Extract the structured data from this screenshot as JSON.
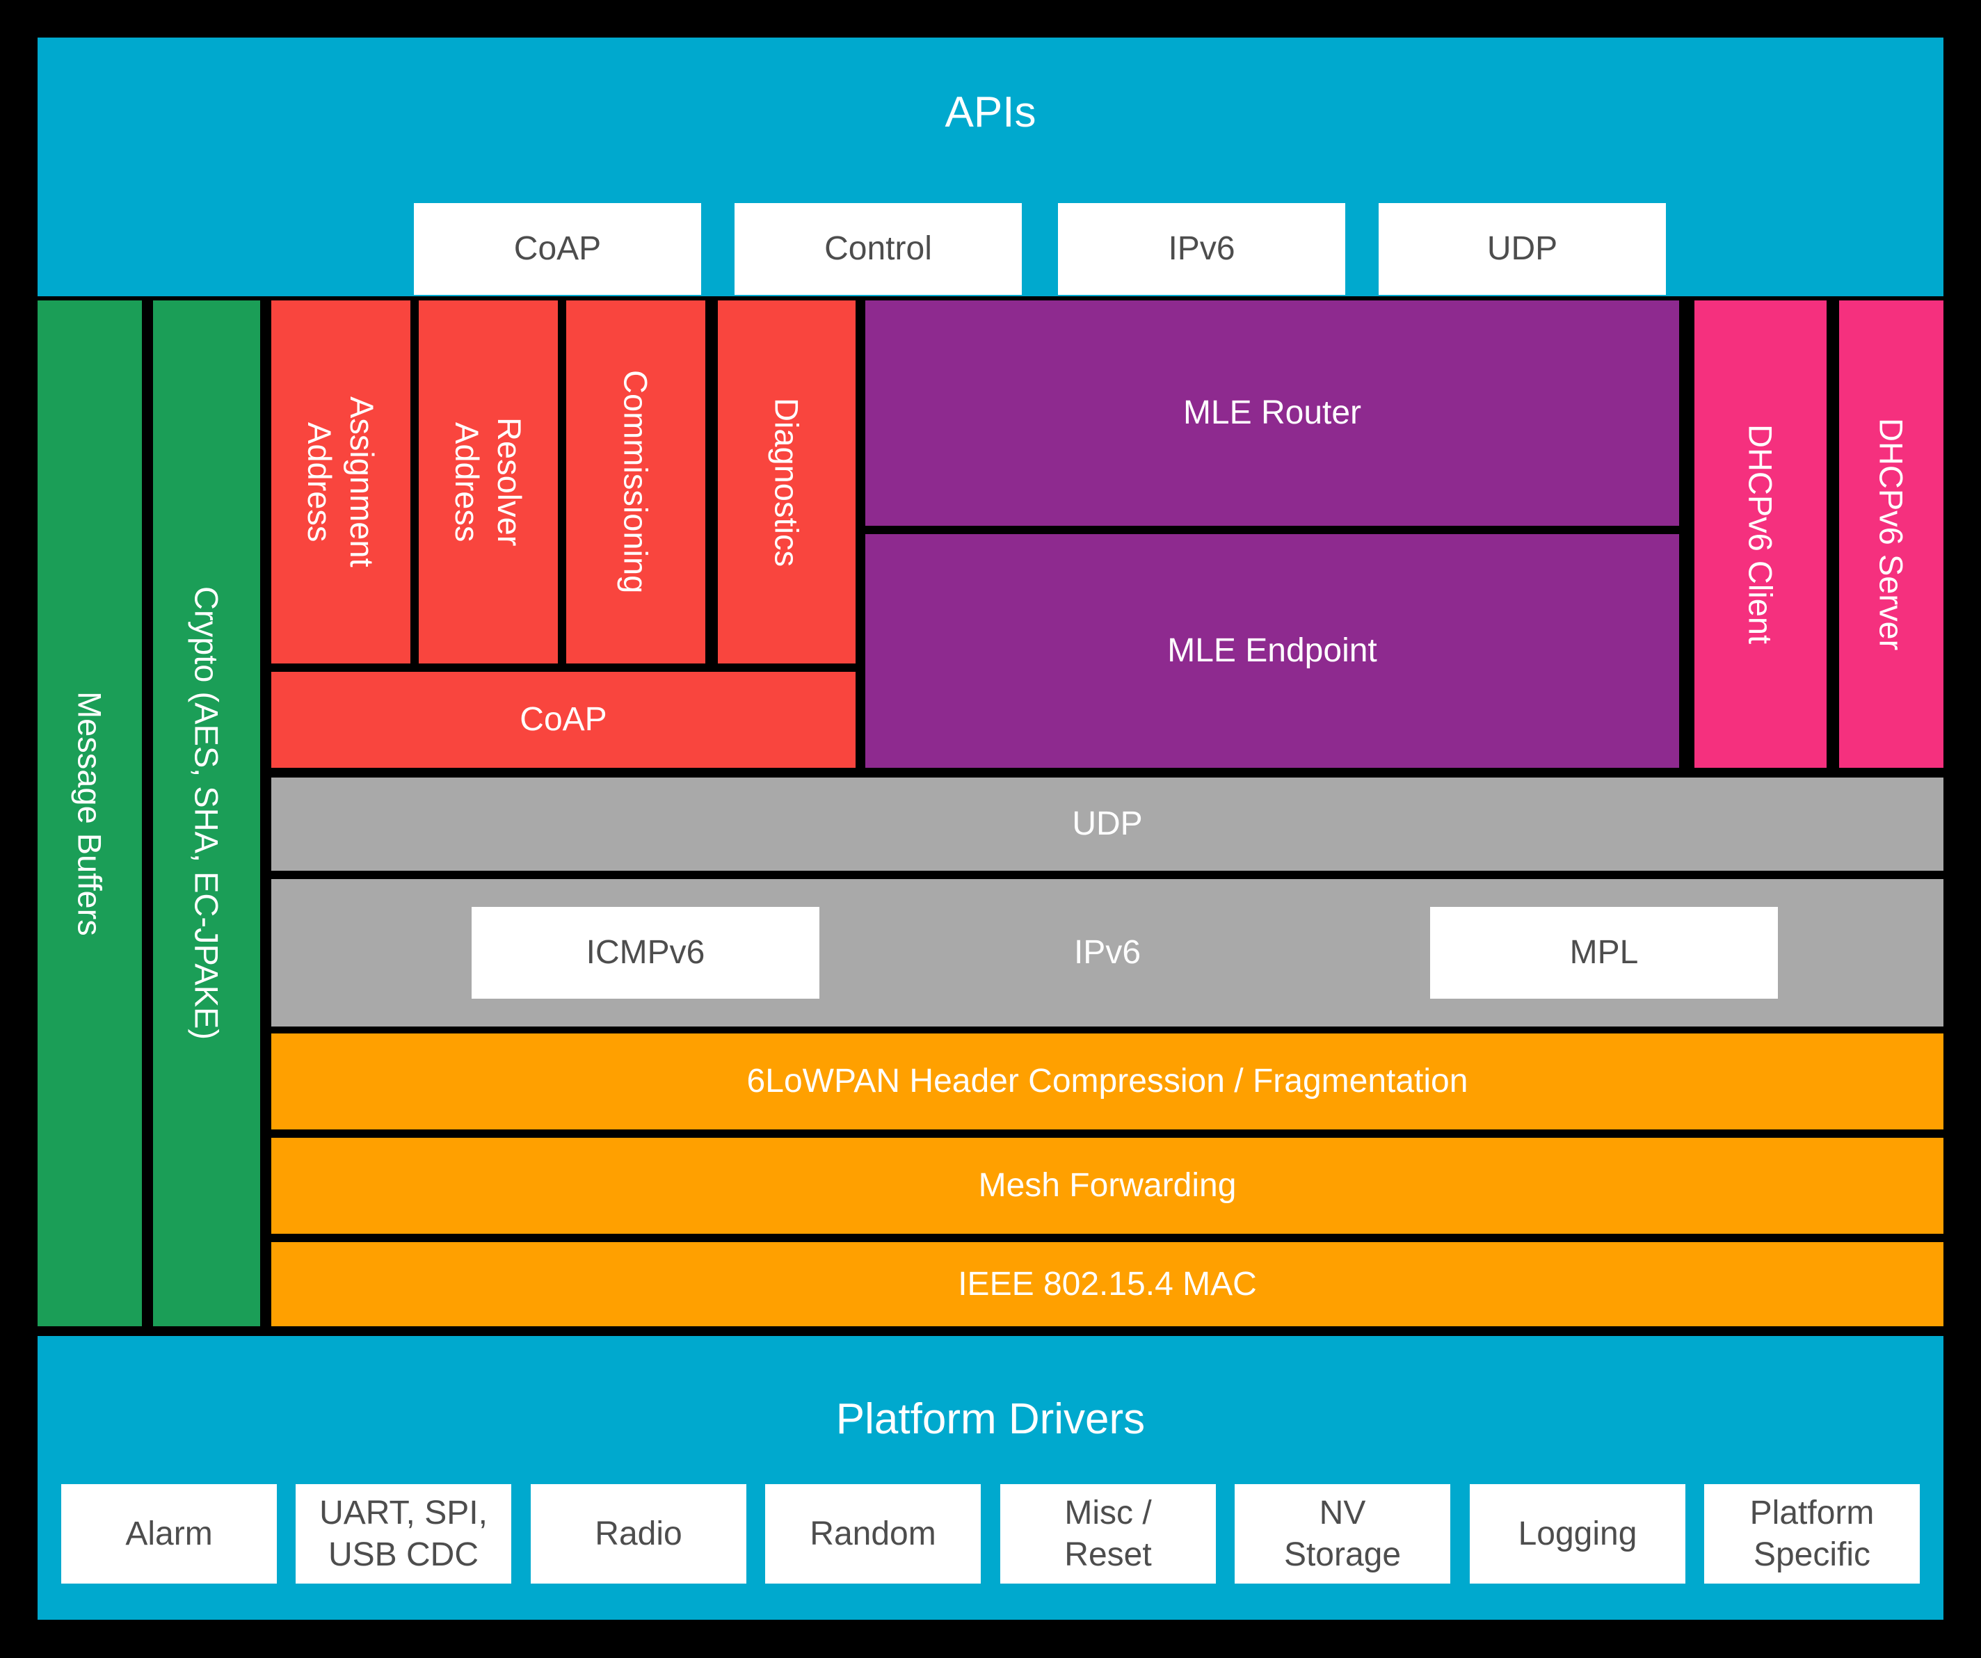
{
  "colors": {
    "background": "#000000",
    "band": "#00A9CE",
    "green": "#1B9E57",
    "red": "#F9453E",
    "purple": "#8E2A8F",
    "pink": "#F5307E",
    "gray": "#A9A9A9",
    "orange": "#FFA000",
    "box_text": "#4D4D4D",
    "white": "#FFFFFF"
  },
  "api_band": {
    "title": "APIs",
    "boxes": [
      "CoAP",
      "Control",
      "IPv6",
      "UDP"
    ]
  },
  "stack": {
    "message_buffers": "Message Buffers",
    "crypto": "Crypto (AES, SHA, EC-JPAKE)",
    "address_assignment": "Address Assignment",
    "address_resolver": "Address Resolver",
    "commissioning": "Commissioning",
    "diagnostics": "Diagnostics",
    "coap": "CoAP",
    "mle_router": "MLE Router",
    "mle_endpoint": "MLE Endpoint",
    "dhcpv6_client": "DHCPv6 Client",
    "dhcpv6_server": "DHCPv6 Server",
    "udp": "UDP",
    "ipv6": "IPv6",
    "icmpv6": "ICMPv6",
    "mpl": "MPL",
    "sixlowpan": "6LoWPAN Header Compression / Fragmentation",
    "mesh_forwarding": "Mesh Forwarding",
    "mac": "IEEE 802.15.4 MAC"
  },
  "platform_band": {
    "title": "Platform Drivers",
    "boxes": [
      "Alarm",
      "UART, SPI, USB CDC",
      "Radio",
      "Random",
      "Misc / Reset",
      "NV Storage",
      "Logging",
      "Platform Specific"
    ]
  }
}
